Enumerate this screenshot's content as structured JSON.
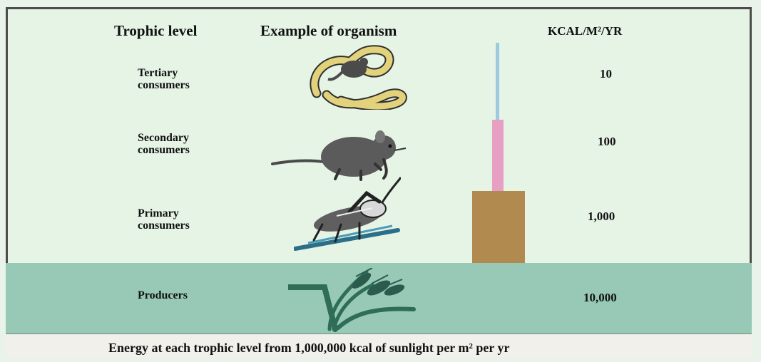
{
  "headers": {
    "trophic_level": "Trophic level",
    "example": "Example of organism",
    "unit": "KCAL/M²/YR"
  },
  "levels": [
    {
      "name": "Tertiary consumers",
      "value": "10",
      "organism": "snake"
    },
    {
      "name": "Secondary consumers",
      "value": "100",
      "organism": "mouse"
    },
    {
      "name": "Primary consumers",
      "value": "1,000",
      "organism": "grasshopper"
    },
    {
      "name": "Producers",
      "value": "10,000",
      "organism": "grass-plant"
    }
  ],
  "caption": "Energy at each trophic level from 1,000,000 kcal of sunlight per m² per yr",
  "colors": {
    "background": "#e6f4e6",
    "producer_band": "#97c9b6",
    "tertiary_bar": "#9ecae1",
    "secondary_bar": "#e7a0c4",
    "primary_bar": "#b18a4f"
  }
}
